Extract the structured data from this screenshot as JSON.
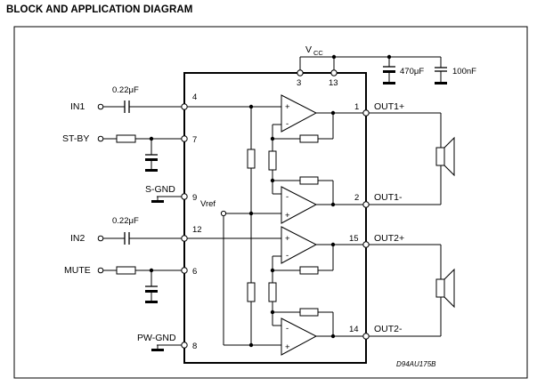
{
  "title": "BLOCK AND APPLICATION DIAGRAM",
  "labels": {
    "vcc": "V",
    "vcc_sub": "CC",
    "c_470": "470μF",
    "c_100n": "100nF",
    "c_in1": "0.22μF",
    "c_in2": "0.22μF",
    "in1": "IN1",
    "stby": "ST-BY",
    "sgnd": "S-GND",
    "vref": "Vref",
    "in2": "IN2",
    "mute": "MUTE",
    "pwgnd": "PW-GND",
    "out1p": "OUT1+",
    "out1m": "OUT1-",
    "out2p": "OUT2+",
    "out2m": "OUT2-",
    "ref": "D94AU175B"
  },
  "pins": {
    "p3": "3",
    "p13": "13",
    "p4": "4",
    "p7": "7",
    "p9": "9",
    "p12": "12",
    "p6": "6",
    "p8": "8",
    "p1": "1",
    "p2": "2",
    "p15": "15",
    "p14": "14"
  },
  "amp_signs": {
    "plus": "+",
    "minus": "-"
  }
}
